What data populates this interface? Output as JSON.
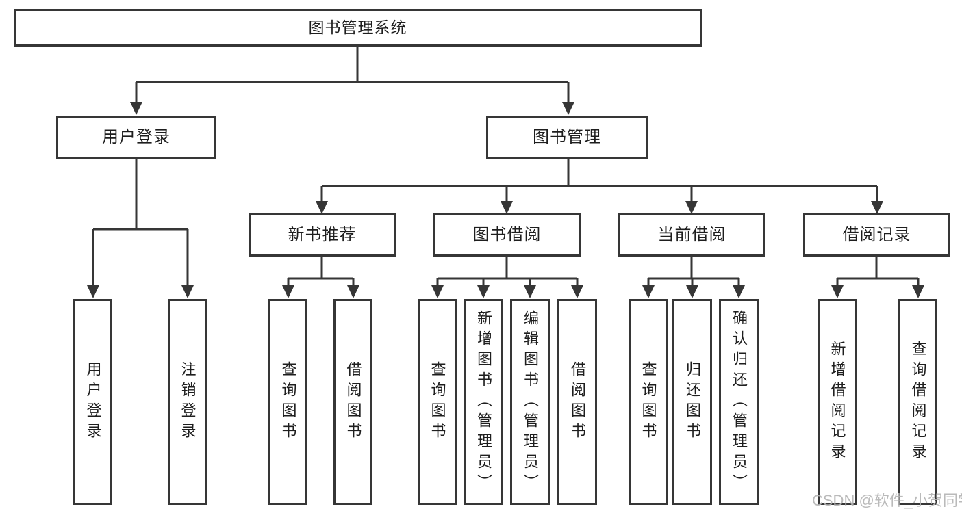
{
  "chart": {
    "root": {
      "label": "图书管理系统"
    },
    "branches": [
      {
        "label": "用户登录",
        "leaves": [
          {
            "label": "用户登录"
          },
          {
            "label": "注销登录"
          }
        ]
      },
      {
        "label": "图书管理",
        "children": [
          {
            "label": "新书推荐",
            "leaves": [
              {
                "label": "查询图书"
              },
              {
                "label": "借阅图书"
              }
            ]
          },
          {
            "label": "图书借阅",
            "leaves": [
              {
                "label": "查询图书"
              },
              {
                "label": "新增图书（管理员）"
              },
              {
                "label": "编辑图书（管理员）"
              },
              {
                "label": "借阅图书"
              }
            ]
          },
          {
            "label": "当前借阅",
            "leaves": [
              {
                "label": "查询图书"
              },
              {
                "label": "归还图书"
              },
              {
                "label": "确认归还（管理员）"
              }
            ]
          },
          {
            "label": "借阅记录",
            "leaves": [
              {
                "label": "新增借阅记录"
              },
              {
                "label": "查询借阅记录"
              }
            ]
          }
        ]
      }
    ]
  },
  "watermark": {
    "text": "CSDN @软件_小贺同学"
  },
  "colors": {
    "line": "#363636",
    "text": "#1e1e1e",
    "background": "#ffffff",
    "watermark": "#b5b5b5"
  }
}
